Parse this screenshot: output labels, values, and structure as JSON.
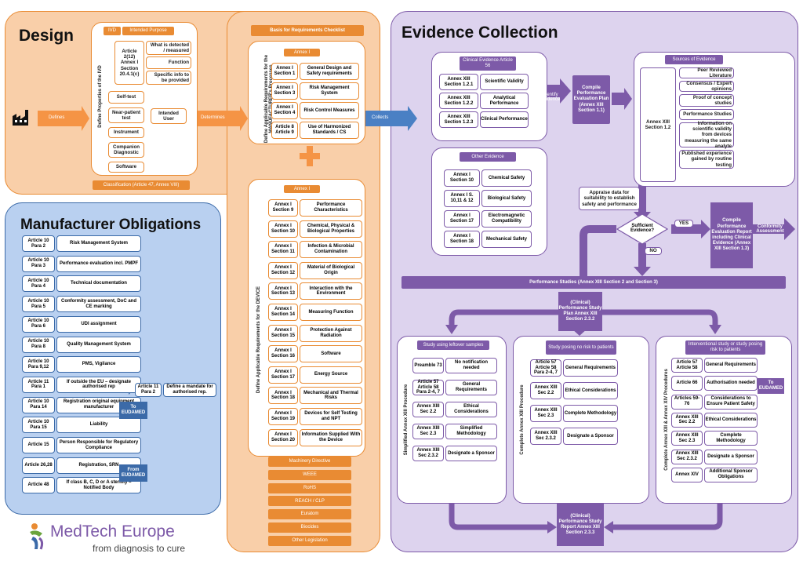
{
  "colors": {
    "orange": "#e98b33",
    "purple": "#7d5aa8",
    "blue": "#3b6aa8",
    "panel_orange": "#f9cfa9",
    "panel_purple": "#ddd3ee",
    "panel_blue": "#b9d0f0"
  },
  "design": {
    "title": "Design",
    "defines": "Defines",
    "determines": "Determines",
    "collects": "Collects",
    "ivd_tag": "IVD",
    "ivd_purpose": "Intended Purpose",
    "side_label": "Define Properties of the IVD",
    "article": "Article 2(12) Annex I Section 20.4.1(c)",
    "props": [
      "What is detected / measured",
      "Function",
      "Specific info to be provided"
    ],
    "items": [
      "Self-test",
      "Near-patient test",
      "Instrument",
      "Companion Diagnostic",
      "Software"
    ],
    "intended_user": "Intended User",
    "classification": "Classification (Article 47, Annex VIII)"
  },
  "checklist": {
    "title": "Basis for Requirements Checklist",
    "annex_tag": "Annex I",
    "side_label": "Define Applicable Requirements for the MANUFACTURER's Processes",
    "rows": [
      {
        "a": "Annex I Section 1",
        "b": "General Design and Safety requirements"
      },
      {
        "a": "Annex I Section 3",
        "b": "Risk Management System"
      },
      {
        "a": "Annex I Section 4",
        "b": "Risk Control Measures"
      },
      {
        "a": "Article 8 Article 9",
        "b": "Use of Harmonized Standards / CS"
      }
    ]
  },
  "device": {
    "annex_tag": "Annex I",
    "side_label": "Define Applicable Requirements for the DEVICE",
    "rows": [
      {
        "a": "Annex I Section 9",
        "b": "Performance Characteristics"
      },
      {
        "a": "Annex I Section 10",
        "b": "Chemical, Physical & Biological Properties"
      },
      {
        "a": "Annex I Section 11",
        "b": "Infection & Microbial Contamination"
      },
      {
        "a": "Annex I Section 12",
        "b": "Material of Biological Origin"
      },
      {
        "a": "Annex I Section 13",
        "b": "Interaction with the Environment"
      },
      {
        "a": "Annex I Section 14",
        "b": "Measuring Function"
      },
      {
        "a": "Annex I Section 15",
        "b": "Protection Against Radiation"
      },
      {
        "a": "Annex I Section 16",
        "b": "Software"
      },
      {
        "a": "Annex I Section 17",
        "b": "Energy Source"
      },
      {
        "a": "Annex I Section 18",
        "b": "Mechanical and Thermal Risks"
      },
      {
        "a": "Annex I Section 19",
        "b": "Devices for Self Testing and NPT"
      },
      {
        "a": "Annex I Section 20",
        "b": "Information Supplied With the Device"
      }
    ],
    "legislation": [
      "Machinery Directive",
      "WEEE",
      "RoHS",
      "REACH / CLP",
      "Euratom",
      "Biocides",
      "Other Legislation"
    ]
  },
  "obligations": {
    "title": "Manufacturer Obligations",
    "rows": [
      {
        "a": "Article 10 Para 2",
        "b": "Risk Management System"
      },
      {
        "a": "Article 10 Para 3",
        "b": "Performance evaluation incl. PMPF"
      },
      {
        "a": "Article 10 Para 4",
        "b": "Technical documentation"
      },
      {
        "a": "Article 10 Para 5",
        "b": "Conformity assessment, DoC and CE marking"
      },
      {
        "a": "Article 10 Para 6",
        "b": "UDI assignment"
      },
      {
        "a": "Article 10 Para 8",
        "b": "Quality Management System"
      },
      {
        "a": "Article 10 Para 9,12",
        "b": "PMS, Vigilance"
      },
      {
        "a": "Article 11 Para 1",
        "b": "If outside the EU – designate authorised rep"
      },
      {
        "a": "Article 10 Para 14",
        "b": "Registration original equipment manufacturer"
      },
      {
        "a": "Article 10 Para 15",
        "b": "Liability"
      },
      {
        "a": "Article 15",
        "b": "Person Responsible for Regulatory Compliance"
      },
      {
        "a": "Article 26,28",
        "b": "Registration, SRN"
      },
      {
        "a": "Article 48",
        "b": "If class B, C, D or A sterility – Notified Body"
      }
    ],
    "art11_a": "Article 11 Para 2",
    "art11_b": "Define a mandate for authorised rep.",
    "to_eudamed": "To EUDAMED",
    "from_eudamed": "From EUDAMED"
  },
  "evidence": {
    "title": "Evidence Collection",
    "clinical_tag": "Clinical Evidence Article 56",
    "clinical": [
      {
        "a": "Annex XIII Section 1.2.1",
        "b": "Scientific Validity"
      },
      {
        "a": "Annex XIII Section 1.2.2",
        "b": "Analytical Performance"
      },
      {
        "a": "Annex XIII Section 1.2.3",
        "b": "Clinical Performance"
      }
    ],
    "identify": "Identify Evidence",
    "plan": "Compile Performance Evaluation Plan (Annex XIII Section 1.1)",
    "other_tag": "Other Evidence",
    "other": [
      {
        "a": "Annex I Section 10",
        "b": "Chemical Safety"
      },
      {
        "a": "Annex I S. 10,11 & 12",
        "b": "Biological Safety"
      },
      {
        "a": "Annex I Section 17",
        "b": "Electromagnetic Compatibility"
      },
      {
        "a": "Annex I Section 18",
        "b": "Mechanical Safety"
      }
    ],
    "sources_tag": "Sources of Evidence",
    "sources_ref": "Annex XIII Section 1.2",
    "sources": [
      "Peer Reviewed Literature",
      "Consensus / Expert opinions",
      "Proof of concept studies",
      "Performance Studies",
      "Information on scientific validity from devices measuring the same analyte",
      "Published experience gained by routine testing"
    ],
    "appraise": "Appraise data for suitability to establish safety and performance",
    "sufficient": "Sufficient Evidence?",
    "yes": "YES",
    "no": "NO",
    "report": "Compile Performance Evaluation Report including Clinical Evidence (Annex XIII Section 1.3)",
    "conformity": "Conformity Assessment",
    "studies_bar": "Performance Studies (Annex XIII Section 2 and Section 3)",
    "study_plan": "(Clinical) Performance Study Plan Annex XIII Section 2.3.2",
    "study_report": "(Clinical) Performance Study Report Annex XIII Section 2.3.3",
    "col1": {
      "tag": "Study using leftover samples",
      "side": "Simplified Annex XIII Procedure",
      "rows": [
        {
          "a": "Preamble 73",
          "b": "No notification needed"
        },
        {
          "a": "Article 57 Article 58 Para 2-4, 7",
          "b": "General Requirements"
        },
        {
          "a": "Annex XIII Sec 2.2",
          "b": "Ethical Considerations"
        },
        {
          "a": "Annex XIII Sec 2.3",
          "b": "Simplified Methodology"
        },
        {
          "a": "Annex XIII Sec 2.3.2",
          "b": "Designate a Sponsor"
        }
      ]
    },
    "col2": {
      "tag": "Study posing no risk to patients",
      "side": "Complete Annex XIII Procedure",
      "rows": [
        {
          "a": "Article 57 Article 58 Para 2-4, 7",
          "b": "General Requirements"
        },
        {
          "a": "Annex XIII Sec 2.2",
          "b": "Ethical Considerations"
        },
        {
          "a": "Annex XIII Sec 2.3",
          "b": "Complete Methodology"
        },
        {
          "a": "Annex XIII Sec 2.3.2",
          "b": "Designate a Sponsor"
        }
      ]
    },
    "col3": {
      "tag": "Interventional study or study posing risk to patients",
      "side": "Complete Annex XIII & Annex XIV Procedures",
      "rows": [
        {
          "a": "Article 57 Article 58",
          "b": "General Requirements"
        },
        {
          "a": "Article 66",
          "b": "Authorisation needed"
        },
        {
          "a": "Articles 59-76",
          "b": "Considerations to Ensure Patient Safety"
        },
        {
          "a": "Annex XIII Sec 2.2",
          "b": "Ethical Considerations"
        },
        {
          "a": "Annex XIII Sec 2.3",
          "b": "Complete Methodology"
        },
        {
          "a": "Annex XIII Sec 2.3.2",
          "b": "Designate a Sponsor"
        },
        {
          "a": "Annex XIV",
          "b": "Additional Sponsor Obligations"
        }
      ],
      "to_eudamed": "To EUDAMED"
    }
  },
  "logo": {
    "name": "MedTech Europe",
    "tagline": "from diagnosis to cure"
  }
}
